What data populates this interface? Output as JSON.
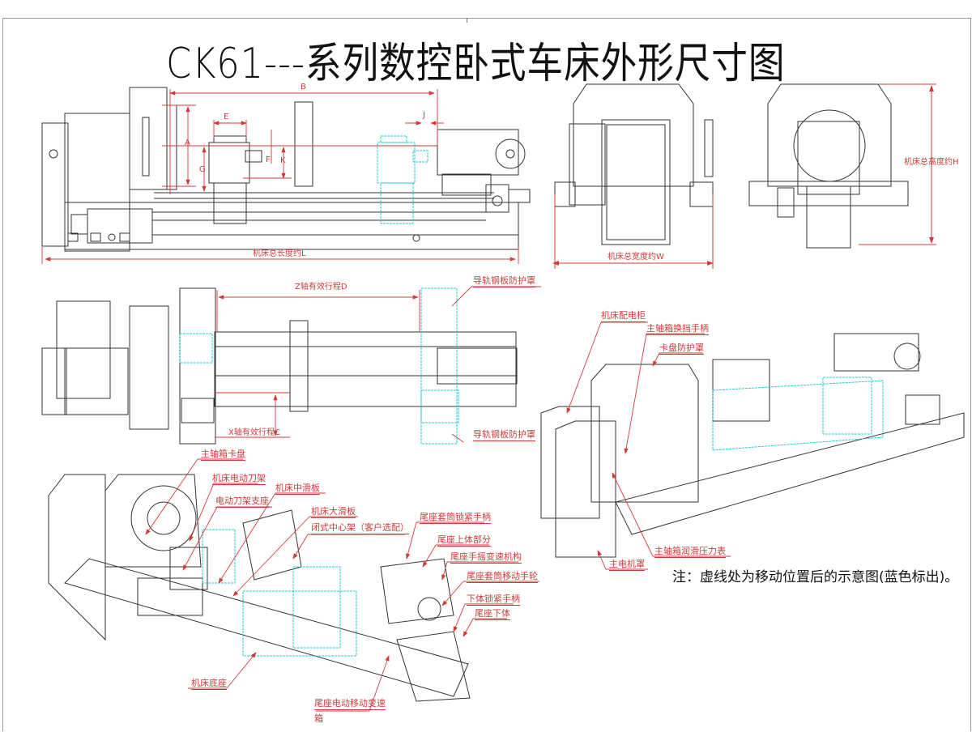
{
  "title": "CK61---系列数控卧式车床外形尺寸图",
  "colors": {
    "annotation": "#d23a3a",
    "moved_position": "#28c8d8",
    "line": "#333333"
  },
  "views": {
    "front_view": {
      "dimensions": {
        "A": "A",
        "B": "B",
        "E": "E",
        "F": "F",
        "G": "G",
        "J": "J",
        "K": "K",
        "total_length": "机床总长度约L"
      }
    },
    "side_view_left": {
      "total_width": "机床总宽度约W"
    },
    "side_view_right": {
      "total_height": "机床总高度约H"
    },
    "top_view": {
      "z_travel": "Z轴有效行程D",
      "x_travel": "X轴有效行程C",
      "guard_top": "导轨钢板防护罩",
      "guard_bottom": "导轨钢板防护罩"
    },
    "iso_right": {
      "labels": [
        "机床配电柜",
        "主轴箱换挡手柄",
        "卡盘防护罩",
        "主轴箱润滑压力表",
        "主电机罩"
      ]
    },
    "iso_left": {
      "labels": [
        "主轴箱卡盘",
        "机床电动刀架",
        "电动刀架支座",
        "机床中滑板",
        "机床大滑板",
        "闭式中心架（客户选配）",
        "尾座套筒锁紧手柄",
        "尾座上体部分",
        "尾座手摇变速机构",
        "尾座套筒移动手轮",
        "下体锁紧手柄",
        "尾座下体",
        "机床底座",
        "尾座电动移动变速",
        "箱"
      ]
    }
  },
  "note": "注：虚线处为移动位置后的示意图(蓝色标出)。"
}
